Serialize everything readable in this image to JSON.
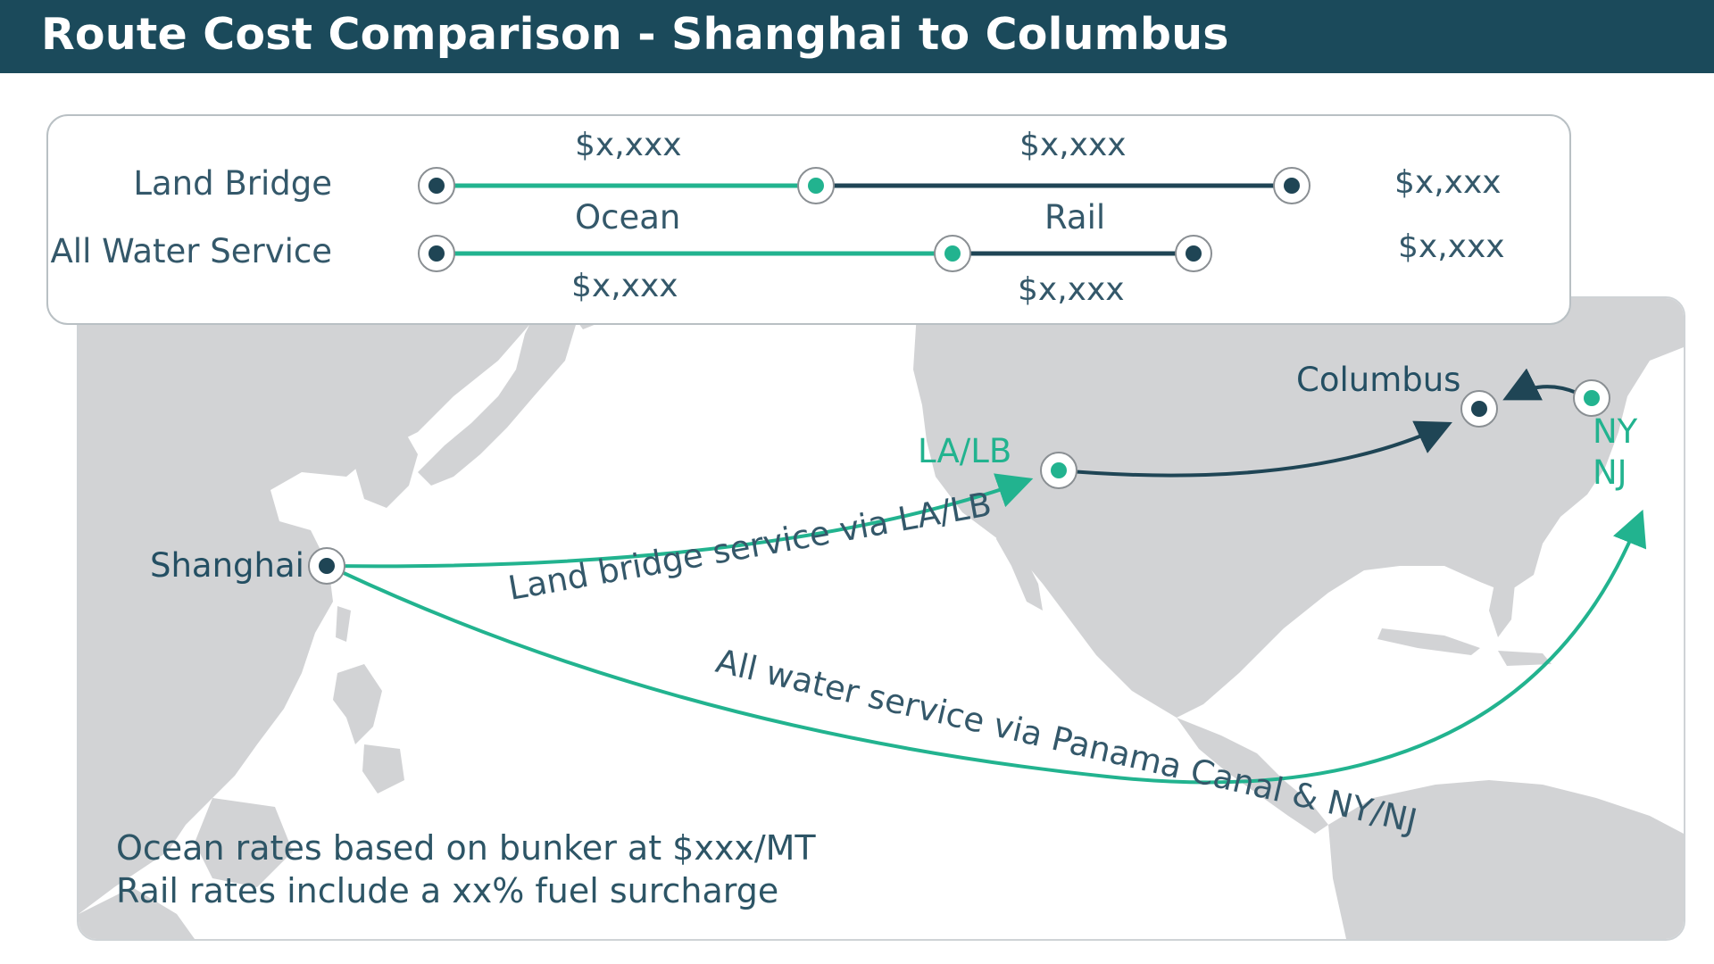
{
  "header": {
    "title": "Route Cost Comparison - Shanghai to Columbus"
  },
  "cost_box": {
    "land_bridge": {
      "label": "Land Bridge",
      "ocean_cost": "$x,xxx",
      "rail_cost": "$x,xxx",
      "total": "$x,xxx"
    },
    "segment_labels": {
      "ocean": "Ocean",
      "rail": "Rail"
    },
    "all_water": {
      "label": "All Water Service",
      "ocean_cost": "$x,xxx",
      "rail_cost": "$x,xxx",
      "total": "$x,xxx"
    }
  },
  "map": {
    "places": {
      "shanghai": "Shanghai",
      "la_lb": "LA/LB",
      "columbus": "Columbus",
      "ny": "NY",
      "nj": "NJ"
    },
    "routes": {
      "land_bridge": "Land bridge service via LA/LB",
      "all_water": "All water service via Panama Canal & NY/NJ"
    },
    "notes": [
      "Ocean rates based on bunker at $xxx/MT",
      "Rail rates include a xx% fuel surcharge"
    ]
  },
  "colors": {
    "header": "#1b4a5b",
    "teal": "#22b38f",
    "navy": "#1f4555",
    "land": "#d2d3d5",
    "text": "#34586a"
  }
}
